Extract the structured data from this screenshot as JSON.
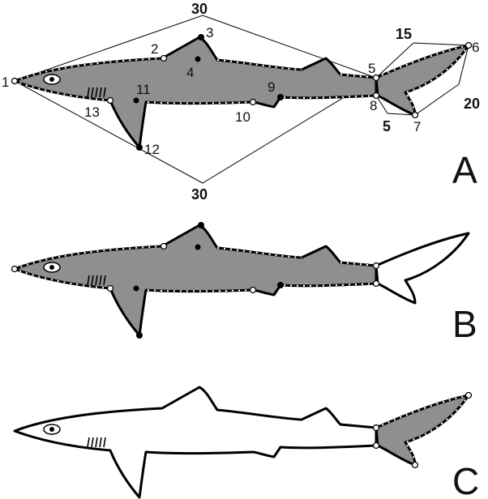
{
  "colors": {
    "body_fill": "#8f8f8f",
    "outline": "#000000",
    "background": "#ffffff"
  },
  "panels": [
    {
      "label": "A"
    },
    {
      "label": "B"
    },
    {
      "label": "C"
    }
  ],
  "landmarks": [
    "1",
    "2",
    "3",
    "4",
    "5",
    "6",
    "7",
    "8",
    "9",
    "10",
    "11",
    "12",
    "13"
  ],
  "distances": {
    "top": "30",
    "bottom": "30",
    "tail_upper": "15",
    "tail_lower": "20",
    "peduncle": "5"
  }
}
